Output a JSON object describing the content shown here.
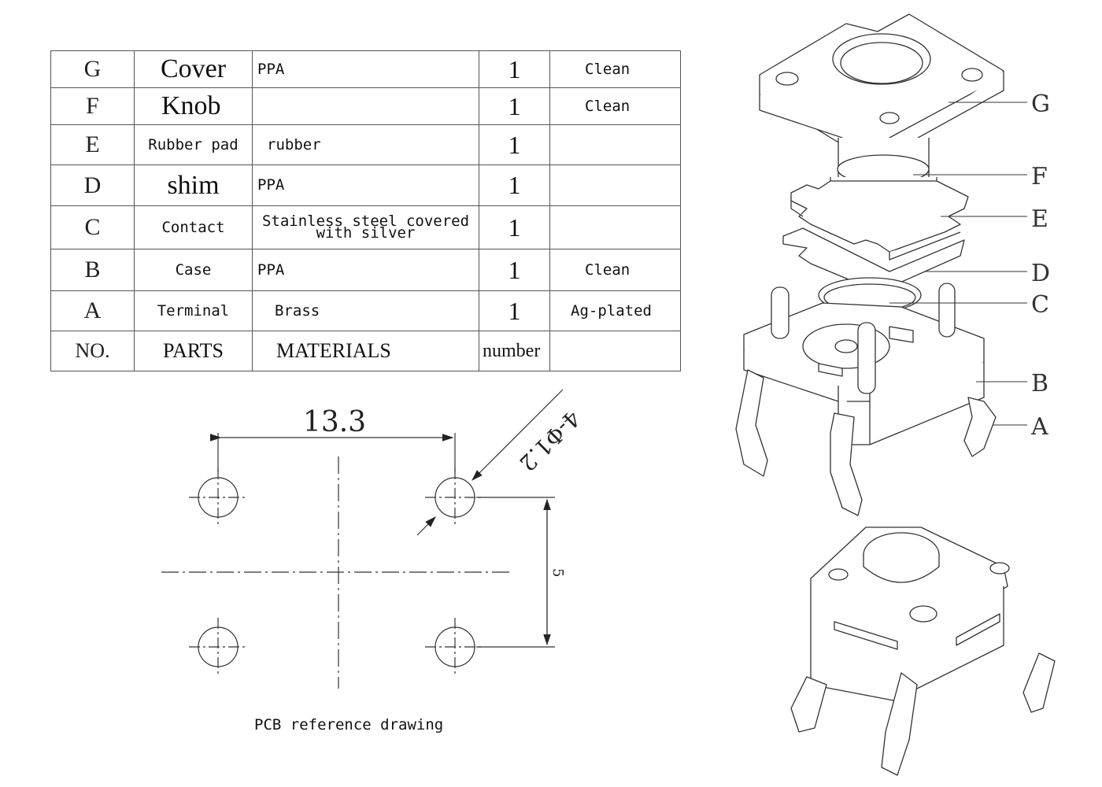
{
  "table": {
    "rows": [
      {
        "no": "G",
        "part": "Cover",
        "material": "PPA",
        "number": "1",
        "note": "Clean"
      },
      {
        "no": "F",
        "part": "Knob",
        "material": "",
        "number": "1",
        "note": "Clean"
      },
      {
        "no": "E",
        "part": "Rubber pad",
        "material": "rubber",
        "number": "1",
        "note": ""
      },
      {
        "no": "D",
        "part": "shim",
        "material": "PPA",
        "number": "1",
        "note": ""
      },
      {
        "no": "C",
        "part": "Contact",
        "material": "Stainless steel covered with silver",
        "number": "1",
        "note": ""
      },
      {
        "no": "B",
        "part": "Case",
        "material": "PPA",
        "number": "1",
        "note": "Clean"
      },
      {
        "no": "A",
        "part": "Terminal",
        "material": "Brass",
        "number": "1",
        "note": "Ag-plated"
      }
    ],
    "header": {
      "no": "NO.",
      "part": "PARTS",
      "material": "MATERIALS",
      "number": "number"
    }
  },
  "pcb": {
    "spacing_label": "13.3",
    "hole_label": "4-Φ1.2",
    "vertical_label": "5",
    "caption": "PCB reference drawing"
  },
  "callouts": [
    "G",
    "F",
    "E",
    "D",
    "C",
    "B",
    "A"
  ]
}
